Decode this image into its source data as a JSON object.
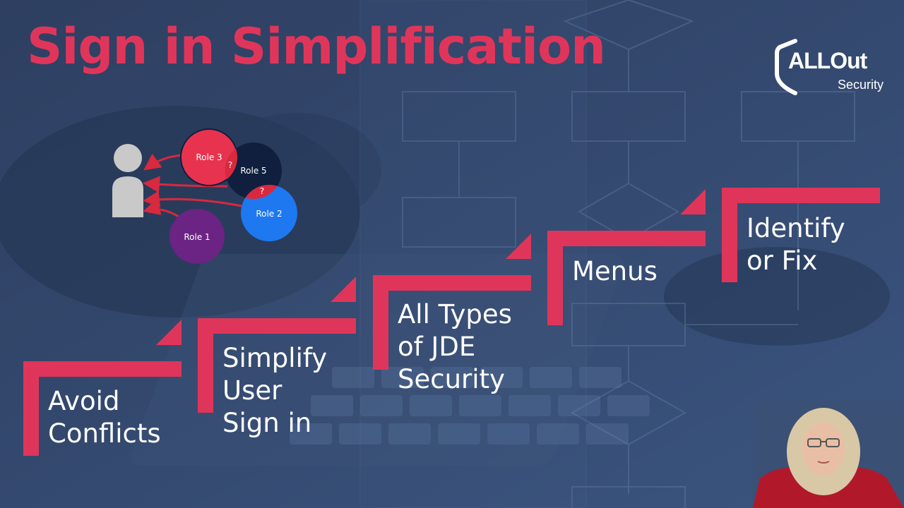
{
  "slide": {
    "title": "Sign in Simplification"
  },
  "logo": {
    "main": "ALLOut",
    "sub": "Security"
  },
  "diagram": {
    "roles": [
      {
        "label": "Role 3",
        "color": "#e8334f"
      },
      {
        "label": "Role 5",
        "color": "#0f1f3d"
      },
      {
        "label": "Role 2",
        "color": "#1e78f0"
      },
      {
        "label": "Role 1",
        "color": "#6b2483"
      }
    ],
    "conflict_marker": "?"
  },
  "steps": [
    {
      "label_lines": [
        "Avoid",
        "Conflicts"
      ]
    },
    {
      "label_lines": [
        "Simplify",
        "User",
        "Sign in"
      ]
    },
    {
      "label_lines": [
        "All Types",
        "of JDE",
        "Security"
      ]
    },
    {
      "label_lines": [
        "Menus"
      ]
    },
    {
      "label_lines": [
        "Identify",
        "or Fix"
      ]
    }
  ],
  "colors": {
    "accent": "#e0355a",
    "background": "#2b3f63",
    "text": "#ffffff"
  }
}
